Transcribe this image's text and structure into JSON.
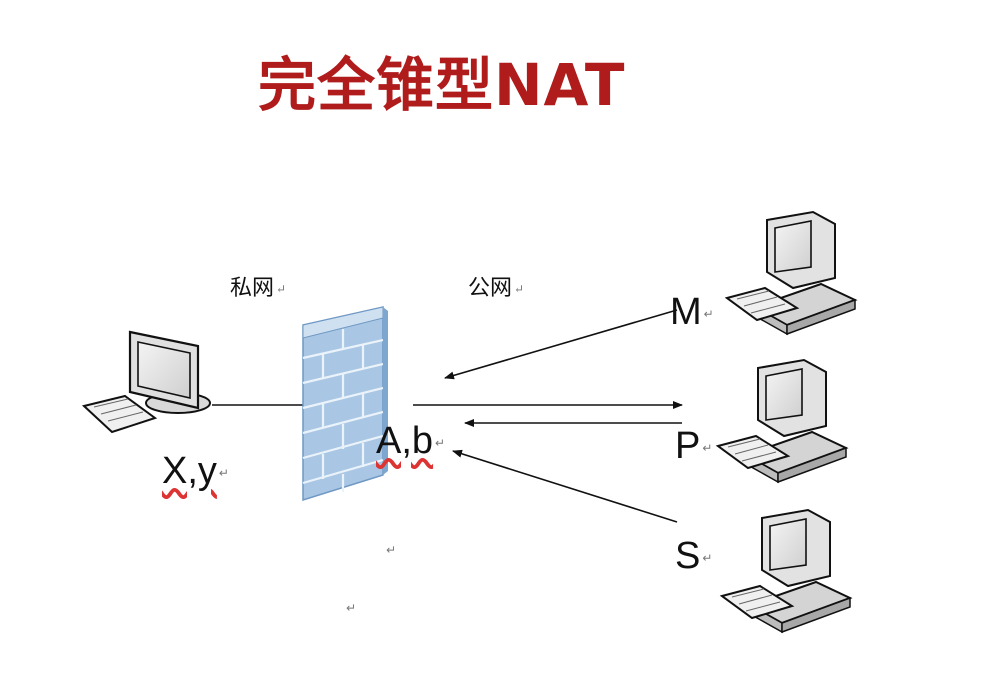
{
  "title": "完全锥型NAT",
  "labels": {
    "private_net": "私网",
    "public_net": "公网",
    "nat_addr": "A,b",
    "client_addr": "X,y",
    "host_m": "M",
    "host_p": "P",
    "host_s": "S"
  },
  "paragraph_mark": "↵"
}
